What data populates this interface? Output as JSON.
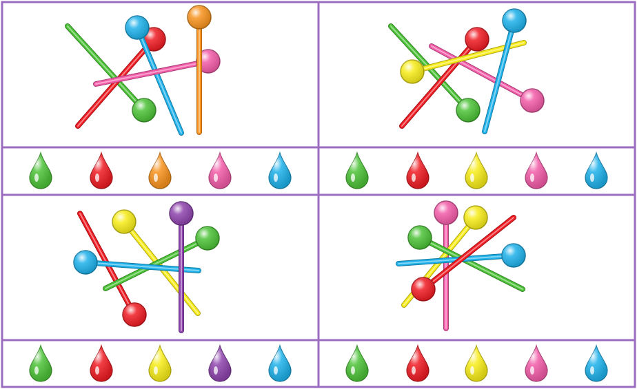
{
  "game": {
    "palette": {
      "green": "#4cc237",
      "red": "#ef1c24",
      "orange": "#f7931e",
      "pink": "#f25ca8",
      "blue": "#1fb1ea",
      "yellow": "#f7ec1a",
      "purple": "#8e44ad",
      "border": "#9b6cc0"
    },
    "puzzles": [
      {
        "id": "puzzle-1",
        "sticks_top_to_bottom": [
          "orange",
          "pink",
          "blue",
          "red",
          "green"
        ],
        "color_options": [
          "green",
          "red",
          "orange",
          "pink",
          "blue"
        ]
      },
      {
        "id": "puzzle-2",
        "sticks_top_to_bottom": [
          "blue",
          "yellow",
          "pink",
          "red",
          "green"
        ],
        "color_options": [
          "green",
          "red",
          "yellow",
          "pink",
          "blue"
        ]
      },
      {
        "id": "puzzle-3",
        "sticks_top_to_bottom": [
          "purple",
          "blue",
          "green",
          "yellow",
          "red"
        ],
        "color_options": [
          "green",
          "red",
          "yellow",
          "purple",
          "blue"
        ]
      },
      {
        "id": "puzzle-4",
        "sticks_top_to_bottom": [
          "red",
          "blue",
          "green",
          "yellow",
          "pink"
        ],
        "color_options": [
          "green",
          "red",
          "yellow",
          "pink",
          "blue"
        ]
      }
    ]
  }
}
